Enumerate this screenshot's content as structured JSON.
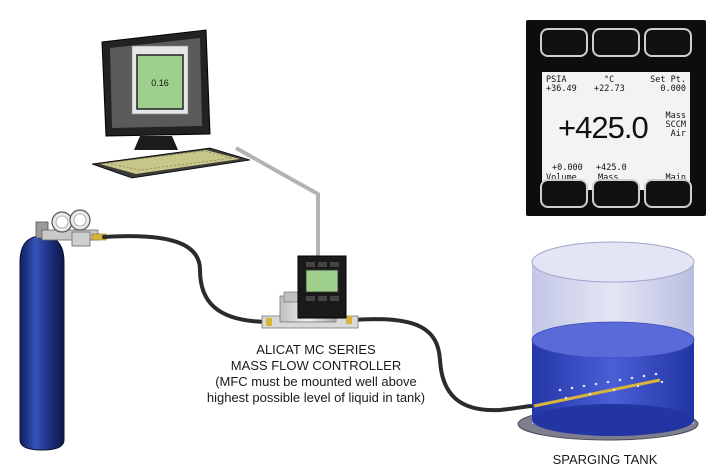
{
  "labels": {
    "mfc_line1": "ALICAT MC SERIES",
    "mfc_line2": "MASS FLOW CONTROLLER",
    "mfc_line3": "(MFC must be mounted well above",
    "mfc_line4": "highest possible level of liquid in tank)",
    "tank": "SPARGING TANK"
  },
  "display": {
    "top_left_label": "PSIA",
    "top_left_value": "+36.49",
    "top_mid_label": "°C",
    "top_mid_value": "+22.73",
    "top_right_label": "Set Pt.",
    "top_right_value": "0.000",
    "main_value": "+425.0",
    "main_unit_1": "Mass",
    "main_unit_2": "SCCM",
    "main_unit_3": "Air",
    "bottom_left_value": "+0.000",
    "bottom_mid_value": "+425.0",
    "bottom_left_label": "Volume",
    "bottom_mid_label": "Mass",
    "bottom_right_label": "Main"
  },
  "monitor_screen_value": "0.16",
  "colors": {
    "cylinder": "#1f3a8c",
    "tubing": "#2b2b2b",
    "fitting": "#d8b43a",
    "liquid": "#3b4fc4",
    "tank_glass": "#c7cbe6",
    "panel": "#0d0d0d"
  }
}
